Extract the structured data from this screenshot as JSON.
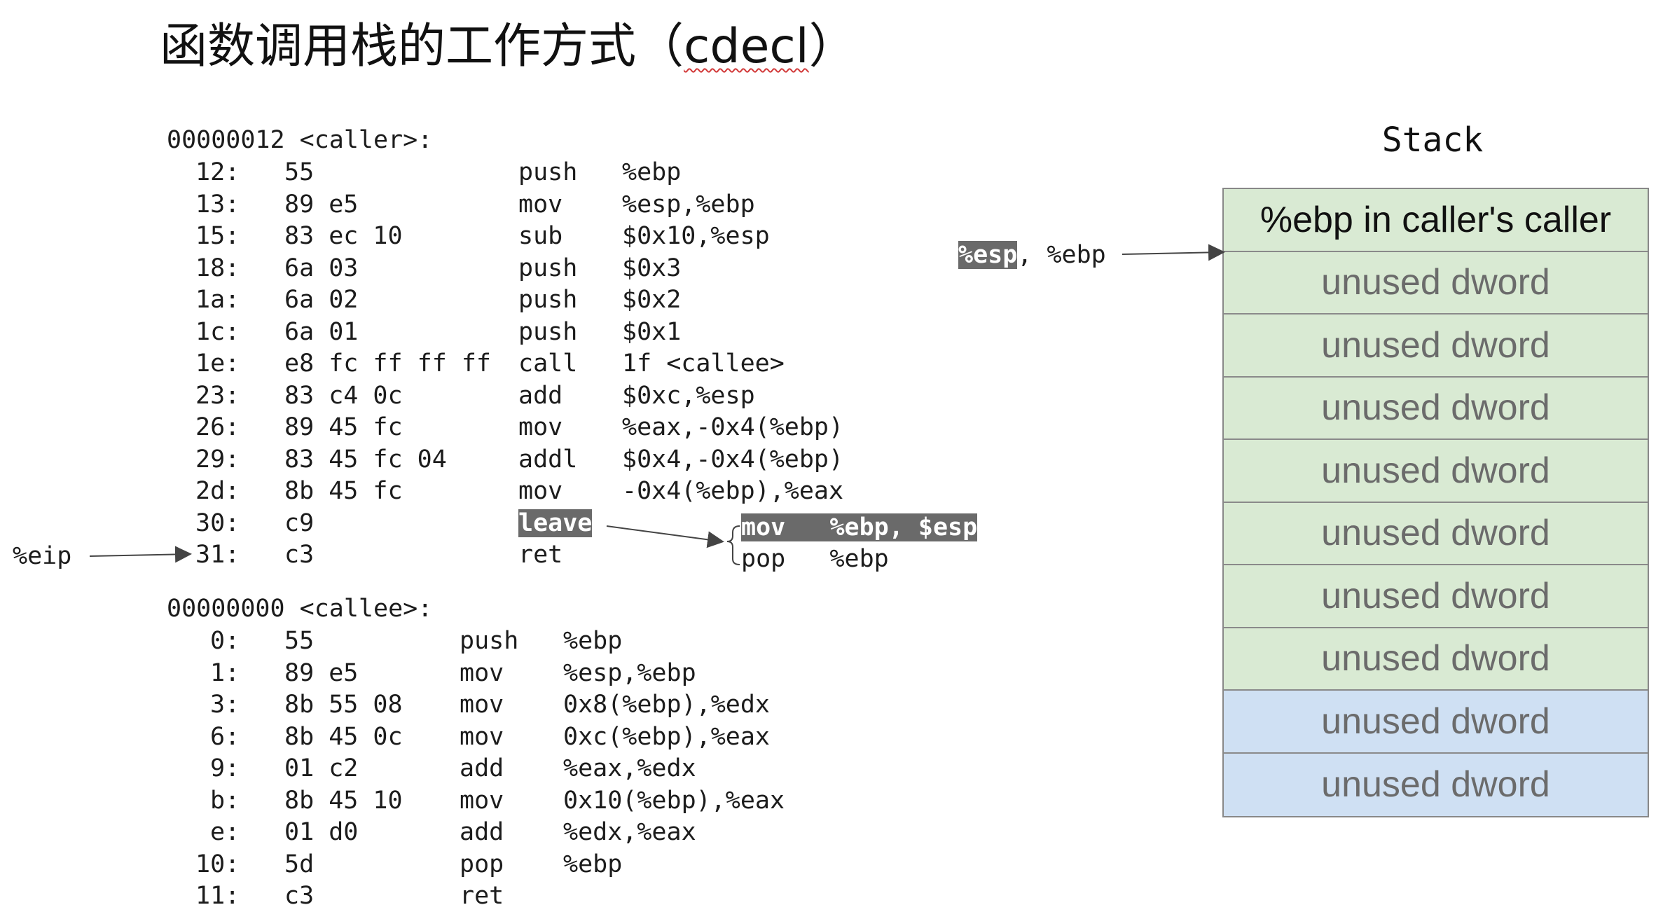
{
  "title": {
    "prefix": "函数调用栈的工作方式（",
    "cdecl": "cdecl",
    "suffix": "）"
  },
  "caller": {
    "header": "00000012 <caller>:",
    "lines": [
      {
        "addr": "12:",
        "bytes": "55",
        "op": "push",
        "args": "%ebp"
      },
      {
        "addr": "13:",
        "bytes": "89 e5",
        "op": "mov",
        "args": "%esp,%ebp"
      },
      {
        "addr": "15:",
        "bytes": "83 ec 10",
        "op": "sub",
        "args": "$0x10,%esp"
      },
      {
        "addr": "18:",
        "bytes": "6a 03",
        "op": "push",
        "args": "$0x3"
      },
      {
        "addr": "1a:",
        "bytes": "6a 02",
        "op": "push",
        "args": "$0x2"
      },
      {
        "addr": "1c:",
        "bytes": "6a 01",
        "op": "push",
        "args": "$0x1"
      },
      {
        "addr": "1e:",
        "bytes": "e8 fc ff ff ff",
        "op": "call",
        "args": "1f <callee>"
      },
      {
        "addr": "23:",
        "bytes": "83 c4 0c",
        "op": "add",
        "args": "$0xc,%esp"
      },
      {
        "addr": "26:",
        "bytes": "89 45 fc",
        "op": "mov",
        "args": "%eax,-0x4(%ebp)"
      },
      {
        "addr": "29:",
        "bytes": "83 45 fc 04",
        "op": "addl",
        "args": "$0x4,-0x4(%ebp)"
      },
      {
        "addr": "2d:",
        "bytes": "8b 45 fc",
        "op": "mov",
        "args": "-0x4(%ebp),%eax"
      },
      {
        "addr": "30:",
        "bytes": "c9",
        "op": "leave",
        "args": ""
      },
      {
        "addr": "31:",
        "bytes": "c3",
        "op": "ret",
        "args": ""
      }
    ]
  },
  "callee": {
    "header": "00000000 <callee>:",
    "lines": [
      {
        "addr": "0:",
        "bytes": "55",
        "op": "push",
        "args": "%ebp"
      },
      {
        "addr": "1:",
        "bytes": "89 e5",
        "op": "mov",
        "args": "%esp,%ebp"
      },
      {
        "addr": "3:",
        "bytes": "8b 55 08",
        "op": "mov",
        "args": "0x8(%ebp),%edx"
      },
      {
        "addr": "6:",
        "bytes": "8b 45 0c",
        "op": "mov",
        "args": "0xc(%ebp),%eax"
      },
      {
        "addr": "9:",
        "bytes": "01 c2",
        "op": "add",
        "args": "%eax,%edx"
      },
      {
        "addr": "b:",
        "bytes": "8b 45 10",
        "op": "mov",
        "args": "0x10(%ebp),%eax"
      },
      {
        "addr": "e:",
        "bytes": "01 d0",
        "op": "add",
        "args": "%edx,%eax"
      },
      {
        "addr": "10:",
        "bytes": "5d",
        "op": "pop",
        "args": "%ebp"
      },
      {
        "addr": "11:",
        "bytes": "c3",
        "op": "ret",
        "args": ""
      }
    ]
  },
  "leave_expansion": {
    "line1": {
      "op": "mov",
      "args": "%ebp, $esp"
    },
    "line2": {
      "op": "pop",
      "args": "%ebp"
    }
  },
  "eip_label": "%eip",
  "pointer_label": {
    "esp": "%esp",
    "sep": ", ",
    "ebp": "%ebp"
  },
  "stack": {
    "title": "Stack",
    "cells": [
      {
        "label": "%ebp in caller's caller",
        "color": "green"
      },
      {
        "label": "unused dword",
        "color": "green"
      },
      {
        "label": "unused dword",
        "color": "green"
      },
      {
        "label": "unused dword",
        "color": "green"
      },
      {
        "label": "unused dword",
        "color": "green"
      },
      {
        "label": "unused dword",
        "color": "green"
      },
      {
        "label": "unused dword",
        "color": "green"
      },
      {
        "label": "unused dword",
        "color": "green"
      },
      {
        "label": "unused dword",
        "color": "blue"
      },
      {
        "label": "unused dword",
        "color": "blue"
      }
    ]
  },
  "colors": {
    "green": "#d9ead3",
    "blue": "#cfe0f3",
    "highlight": "#6a6a6a"
  }
}
